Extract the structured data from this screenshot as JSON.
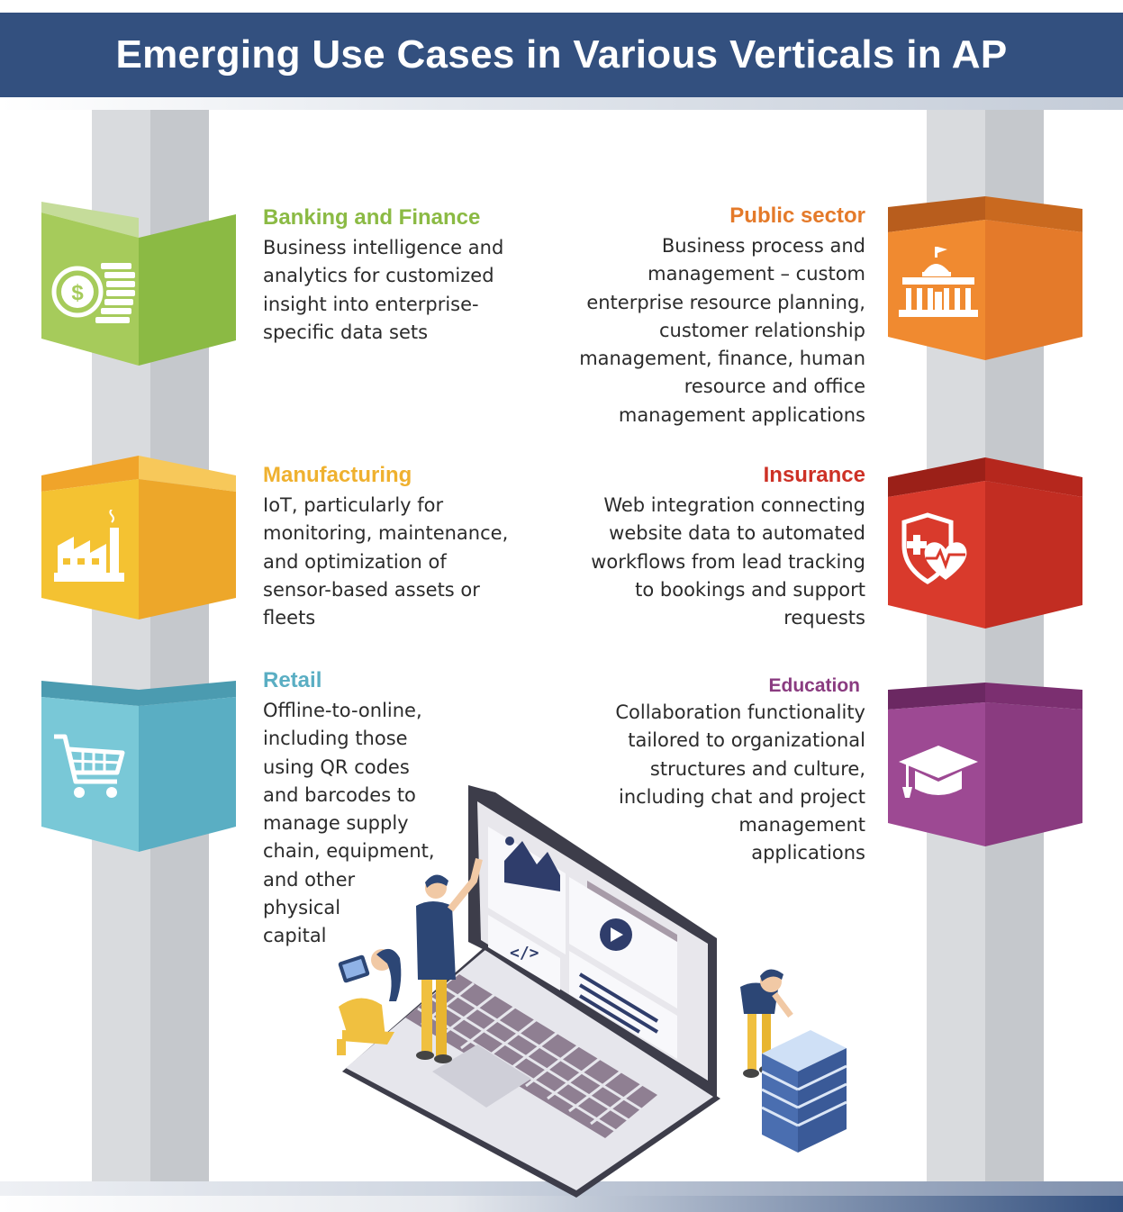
{
  "title": "Emerging Use Cases in Various Verticals in AP",
  "colors": {
    "header": "#33507f",
    "banking": "#8bba44",
    "manufacturing": "#efb12f",
    "retail": "#5fb6c9",
    "public_sector": "#e47a2a",
    "insurance": "#cd3126",
    "education": "#8a3b80"
  },
  "verticals": {
    "banking": {
      "name": "Banking and Finance",
      "icon": "dollar-coins-icon",
      "lines": [
        "Business intelligence and",
        "analytics for customized",
        "insight into enterprise-",
        "specific data sets"
      ]
    },
    "manufacturing": {
      "name": "Manufacturing",
      "icon": "factory-icon",
      "lines": [
        "IoT, particularly for",
        "monitoring, maintenance,",
        "and optimization of",
        "sensor-based assets or",
        "fleets"
      ]
    },
    "retail": {
      "name": "Retail",
      "icon": "shopping-cart-icon",
      "lines": [
        "Offline-to-online,",
        "including those",
        "using QR codes",
        "and barcodes to",
        "manage supply",
        "chain, equipment,",
        "and other",
        "physical",
        "capital"
      ]
    },
    "public_sector": {
      "name": "Public sector",
      "icon": "government-building-icon",
      "lines": [
        "Business process and",
        "management – custom",
        "enterprise resource planning,",
        "customer relationship",
        "management, finance, human",
        "resource and office",
        "management applications"
      ]
    },
    "insurance": {
      "name": "Insurance",
      "icon": "shield-heart-icon",
      "lines": [
        "Web integration connecting",
        "website data to automated",
        "workflows from lead tracking",
        "to bookings and support",
        "requests"
      ]
    },
    "education": {
      "name": "Education",
      "icon": "graduation-cap-icon",
      "lines": [
        "Collaboration functionality",
        "tailored to organizational",
        "structures and culture,",
        "including chat and project",
        "management",
        "applications"
      ]
    }
  }
}
